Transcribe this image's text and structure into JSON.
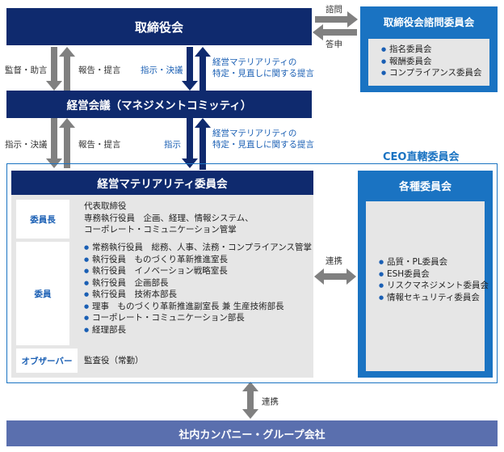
{
  "board": "取締役会",
  "advisory": {
    "title": "取締役会諮問委員会",
    "items": [
      "指名委員会",
      "報酬委員会",
      "コンプライアンス委員会"
    ]
  },
  "arrows": {
    "consult": "諮問",
    "answer": "答申",
    "supervise_advise": "監督・助言",
    "report_propose_1": "報告・提言",
    "instruct_decide_1": "指示・決議",
    "materiality_1": [
      "経営マテリアリティの",
      "特定・見直しに関する提言"
    ],
    "instruct_decide_2": "指示・決議",
    "report_propose_2": "報告・提言",
    "instruct": "指示",
    "materiality_2": [
      "経営マテリアリティの",
      "特定・見直しに関する提言"
    ],
    "link_1": "連携",
    "link_2": "連携"
  },
  "management_council": "経営会議（マネジメントコミッティ）",
  "ceo_label": "CEO直轄委員会",
  "materiality_committee": {
    "title": "経営マテリアリティ委員会",
    "chair_label": "委員長",
    "chair_lines": [
      "代表取締役",
      "専務執行役員　企画、経理、情報システム、",
      "コーポレート・コミュニケーション管掌"
    ],
    "member_label": "委員",
    "members": [
      "常務執行役員　総務、人事、法務・コンプライアンス管掌",
      "執行役員　ものづくり革新推進室長",
      "執行役員　イノベーション戦略室長",
      "執行役員　企画部長",
      "執行役員　技術本部長",
      "理事　ものづくり革新推進副室長 兼 生産技術部長",
      "コーポレート・コミュニケーション部長",
      "経理部長"
    ],
    "observer_label": "オブザーバー",
    "observer_value": "監査役（常勤）"
  },
  "various": {
    "title": "各種委員会",
    "items": [
      "品質・PL委員会",
      "ESH委員会",
      "リスクマネジメント委員会",
      "情報セキュリティ委員会"
    ]
  },
  "company": "社内カンパニー・グループ会社",
  "colors": {
    "navy": "#0f2a6e",
    "blue": "#1a73c2",
    "gray": "#e6e6e6",
    "arrow": "#808080",
    "bar": "#5a6fae"
  }
}
